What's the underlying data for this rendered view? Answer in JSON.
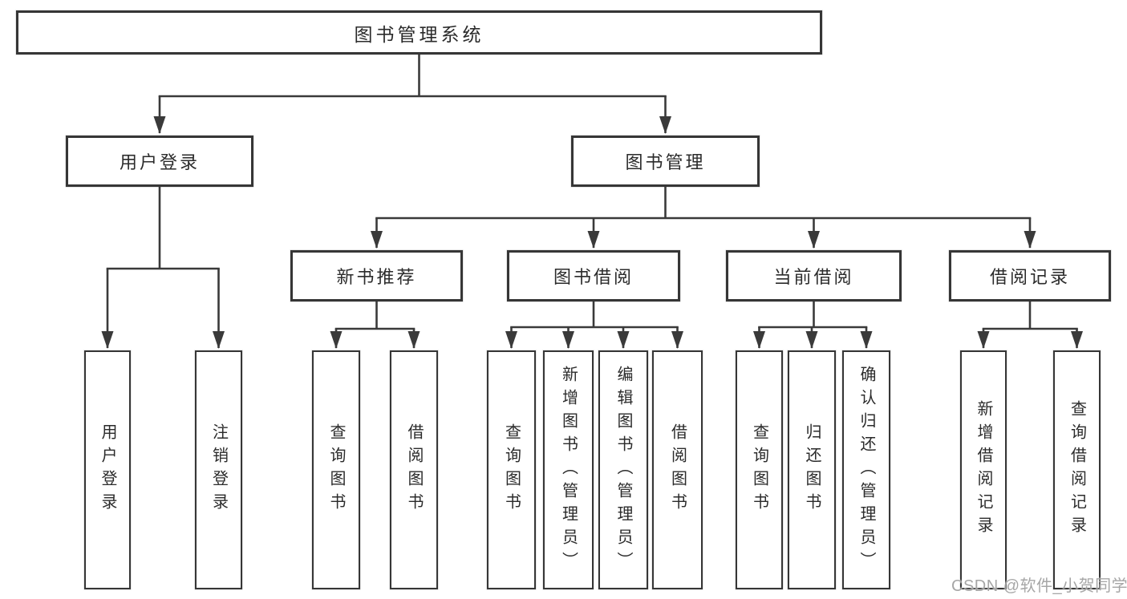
{
  "diagram": {
    "kind": "function-structure-tree",
    "root": {
      "label": "图书管理系统"
    },
    "branches": {
      "user_login": {
        "label": "用户登录",
        "children": [
          "用户登录",
          "注销登录"
        ]
      },
      "book_management": {
        "label": "图书管理",
        "groups": {
          "new_book_recommend": {
            "label": "新书推荐",
            "children": [
              "查询图书",
              "借阅图书"
            ]
          },
          "book_borrow": {
            "label": "图书借阅",
            "children": [
              "查询图书",
              "新增图书（管理员）",
              "编辑图书（管理员）",
              "借阅图书"
            ]
          },
          "current_borrow": {
            "label": "当前借阅",
            "children": [
              "查询图书",
              "归还图书",
              "确认归还（管理员）"
            ]
          },
          "borrow_records": {
            "label": "借阅记录",
            "children": [
              "新增借阅记录",
              "查询借阅记录"
            ]
          }
        }
      }
    },
    "colors": {
      "line": "#3a3a3a",
      "box_border": "#363636",
      "text": "#2b2b2b",
      "background": "#ffffff",
      "watermark": "#9e9e9e"
    },
    "watermark": "CSDN @软件_小贺同学"
  }
}
